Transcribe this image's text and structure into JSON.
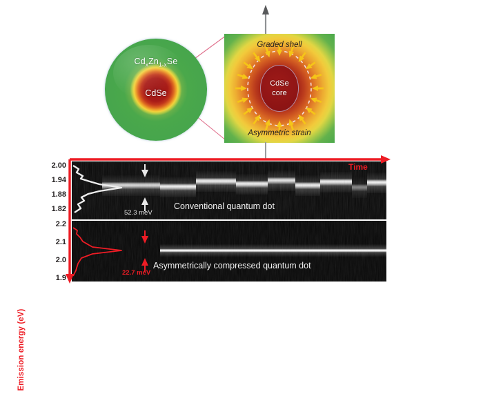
{
  "figure": {
    "title_alt": "Asymmetrically compressed quantum dot schematic and single-dot emission spectral time traces"
  },
  "schematic": {
    "shell_label_pre": "Cd",
    "shell_label_sub1": "x",
    "shell_label_mid": "Zn",
    "shell_label_sub2": "1-x",
    "shell_label_post": "Se",
    "core_label": "CdSe",
    "zoom_panel": {
      "top_label": "Graded shell",
      "bottom_label": "Asymmetric strain",
      "core_label_line1": "CdSe",
      "core_label_line2": "core",
      "arrow_count": 20,
      "arrow_color": "#f5c518",
      "dashed_ring_color": "#f2e3e8"
    },
    "colors": {
      "shell_outer_green": "#4aa84b",
      "shell_edge_blue": "#3a93a8",
      "core_red": "#9c1616",
      "core_rim_yellow": "#f2d23c",
      "connector_line": "#e0708c"
    }
  },
  "spectra": {
    "y_axis_title": "Emission energy (eV)",
    "time_label": "Time",
    "axis_color": "#ed1c24",
    "panels": [
      {
        "id": "conventional",
        "caption": "Conventional quantum dot",
        "linewidth_label": "52.3 meV",
        "linewidth_value_mev": 52.3,
        "trace_color": "#ffffff",
        "y_ticks": [
          "2.00",
          "1.94",
          "1.88",
          "1.82"
        ],
        "y_tick_values": [
          2.0,
          1.94,
          1.88,
          1.82
        ],
        "ylim": [
          1.79,
          2.03
        ],
        "peak_center_ev": 1.925,
        "spectral_jitter": "large"
      },
      {
        "id": "compressed",
        "caption": "Asymmetrically compressed quantum dot",
        "linewidth_label": "22.7 meV",
        "linewidth_value_mev": 22.7,
        "trace_color": "#ee1c25",
        "y_ticks": [
          "2.2",
          "2.1",
          "2.0",
          "1.9"
        ],
        "y_tick_values": [
          2.2,
          2.1,
          2.0,
          1.9
        ],
        "ylim": [
          1.87,
          2.24
        ],
        "peak_center_ev": 2.05,
        "spectral_jitter": "small"
      }
    ]
  }
}
